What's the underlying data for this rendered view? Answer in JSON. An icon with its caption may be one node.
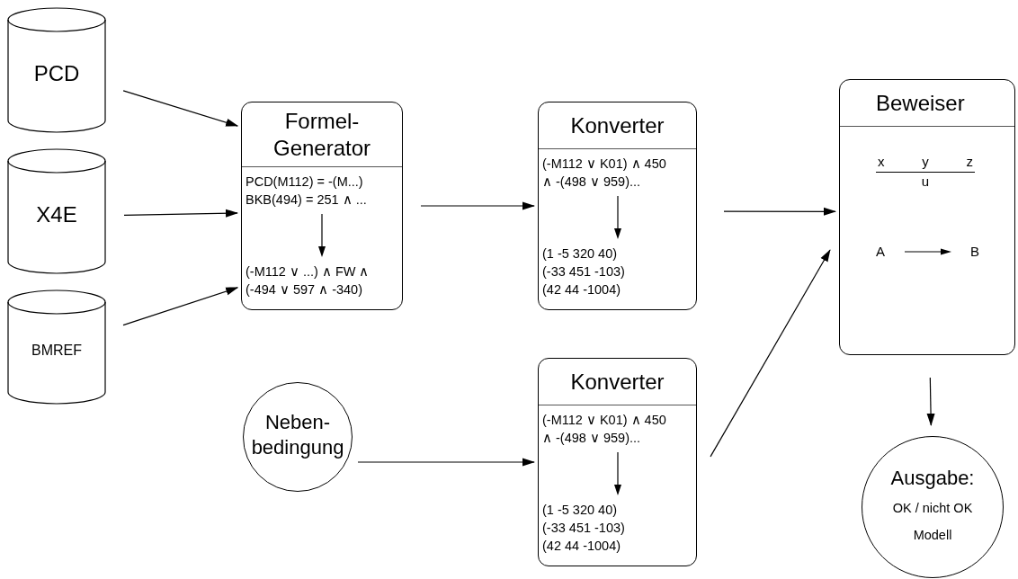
{
  "diagram": {
    "nodes": [
      {
        "text": [
          "PCD"
        ]
      },
      {
        "text": [
          "X4E"
        ]
      },
      {
        "text": [
          "BMREF"
        ]
      },
      {
        "text": [
          "Formel- Generator",
          "PCD(M112) = -(M...)",
          "BKB(494) = 251 ∧ ...",
          "(-M112 ∨ ...) ∧ FW ∧",
          "(-494 ∨ 597 ∧ -340)"
        ]
      },
      {
        "text": [
          "Konverter",
          "(-M112 ∨ K01) ∧ 450",
          "∧ -(498 ∨ 959)...",
          "(1 -5 320 40)",
          "(-33 451 -103)",
          "(42 44 -1004)"
        ]
      },
      {
        "text": [
          "Konverter",
          "(-M112 ∨ K01) ∧ 450",
          "∧ -(498 ∨ 959)...",
          "(1 -5 320 40)",
          "(-33 451 -103)",
          "(42 44 -1004)"
        ]
      },
      {
        "text": [
          "Neben- bedingung"
        ]
      },
      {
        "text": [
          "Beweiser",
          "x",
          "y",
          "z",
          "u",
          "A",
          "B"
        ]
      },
      {
        "text": [
          "Ausgabe:",
          "OK / nicht OK",
          "Modell"
        ]
      }
    ],
    "edges": [
      {
        "from": 0,
        "to": 3,
        "arrow": "to"
      },
      {
        "from": 1,
        "to": 3,
        "arrow": "to"
      },
      {
        "from": 2,
        "to": 3,
        "arrow": "to"
      },
      {
        "from": 3,
        "to": 4,
        "arrow": "to"
      },
      {
        "from": 4,
        "to": 7,
        "arrow": "to"
      },
      {
        "from": 6,
        "to": 5,
        "arrow": "to"
      },
      {
        "from": 5,
        "to": 7,
        "arrow": "to"
      },
      {
        "from": 7,
        "to": 8,
        "arrow": "to"
      }
    ]
  }
}
